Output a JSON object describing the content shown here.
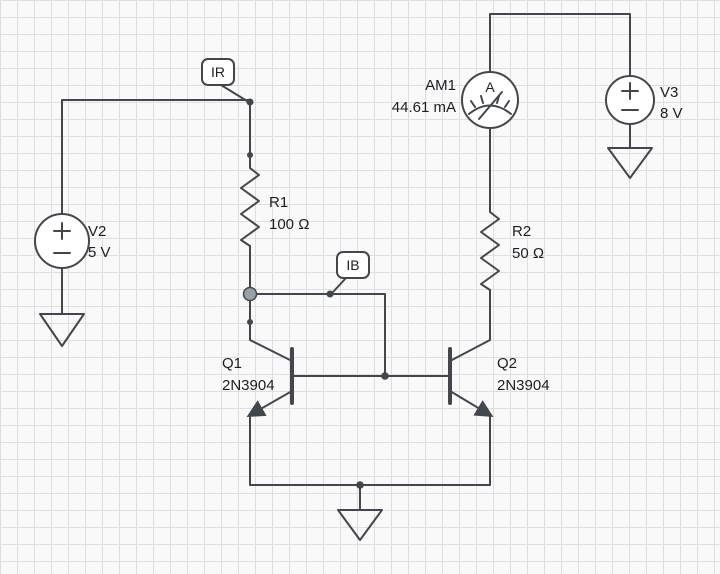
{
  "canvas": {
    "bg": "#f9f9f9",
    "grid_color": "#dedede",
    "wire_color": "#43474c",
    "node_color": "#9aa0a6",
    "text_color": "#1b1e21",
    "symbol_fill": "#ffffff"
  },
  "components": {
    "v2": {
      "type": "voltage-source",
      "ref": "V2",
      "value": "5 V"
    },
    "v3": {
      "type": "voltage-source",
      "ref": "V3",
      "value": "8 V"
    },
    "r1": {
      "type": "resistor",
      "ref": "R1",
      "value": "100 Ω"
    },
    "r2": {
      "type": "resistor",
      "ref": "R2",
      "value": "50 Ω"
    },
    "q1": {
      "type": "npn-transistor",
      "ref": "Q1",
      "value": "2N3904"
    },
    "q2": {
      "type": "npn-transistor",
      "ref": "Q2",
      "value": "2N3904"
    },
    "am1": {
      "type": "ammeter",
      "ref": "AM1",
      "reading": "44.61 mA",
      "meter_letter": "A"
    }
  },
  "probes": {
    "ir": {
      "label": "IR"
    },
    "ib": {
      "label": "IB"
    }
  }
}
